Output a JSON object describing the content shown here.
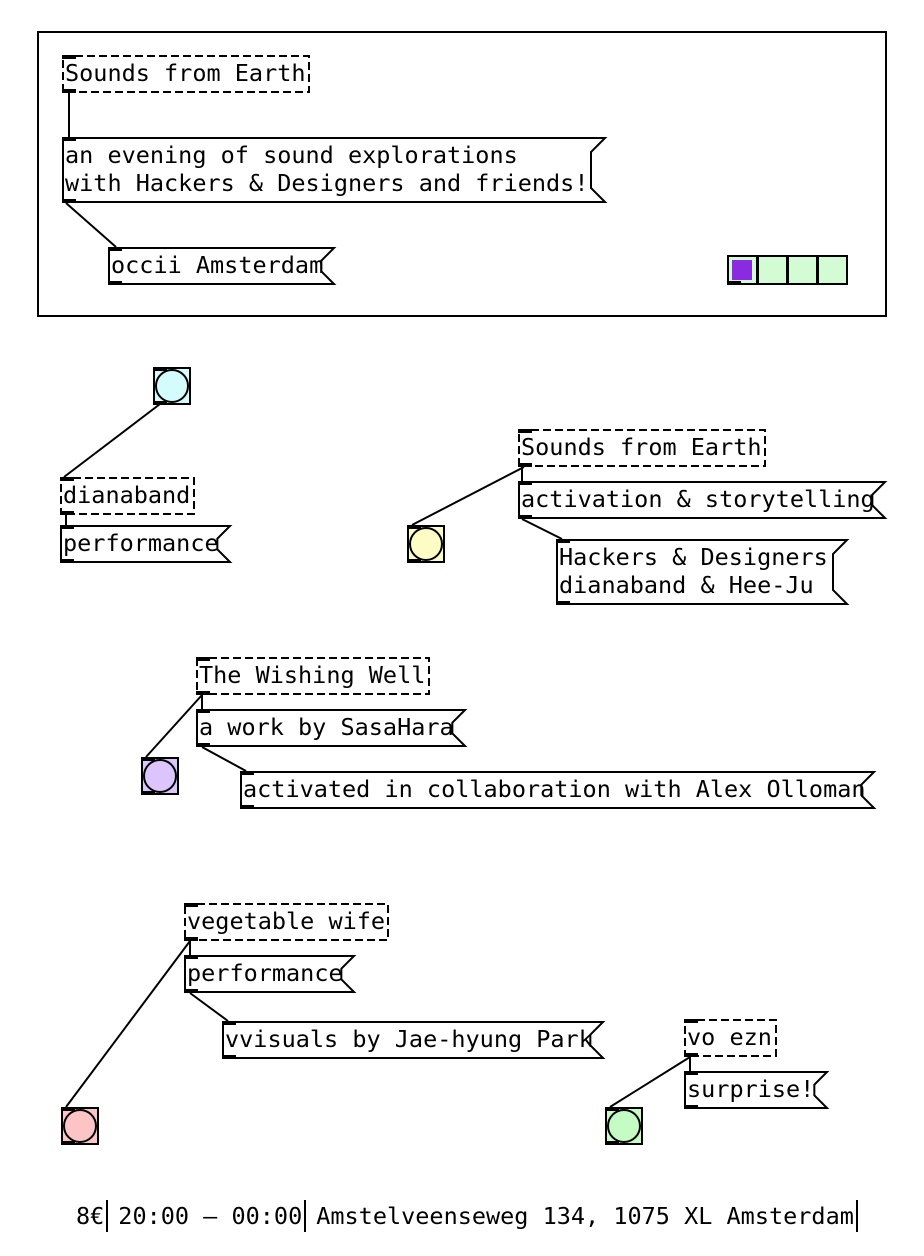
{
  "canvas": {
    "title_comment": "Sounds from Earth",
    "intro_message": [
      "an evening of sound explorations",
      "with Hackers & Designers and friends!"
    ],
    "venue_message": "occii Amsterdam",
    "radio": {
      "cells": 4,
      "selected": 0,
      "color": "#d4fcd4",
      "marker_color": "#8a2be2"
    }
  },
  "acts": [
    {
      "name": "dianaband",
      "message": "performance",
      "bang_color": "#d4fcfc"
    },
    {
      "name": "Sounds from Earth",
      "message": "activation & storytelling",
      "credits": [
        "Hackers & Designers",
        "dianaband & Hee-Ju"
      ],
      "bang_color": "#fcfcc4"
    },
    {
      "name": "The Wishing Well",
      "message": "a work by SasaHara",
      "credits": "activated in collaboration with Alex Olloman",
      "bang_color": "#dcc4fc"
    },
    {
      "name": "vegetable wife",
      "message": "performance",
      "credits": "vvisuals by Jae-hyung Park",
      "bang_color": "#fcc4c4"
    },
    {
      "name": "vo ezn",
      "message": "surprise!",
      "bang_color": "#c4fcc4"
    }
  ],
  "footer": {
    "price": "8€",
    "time": "20:00 – 00:00",
    "address": "Amstelveenseweg 134, 1075 XL Amsterdam"
  }
}
